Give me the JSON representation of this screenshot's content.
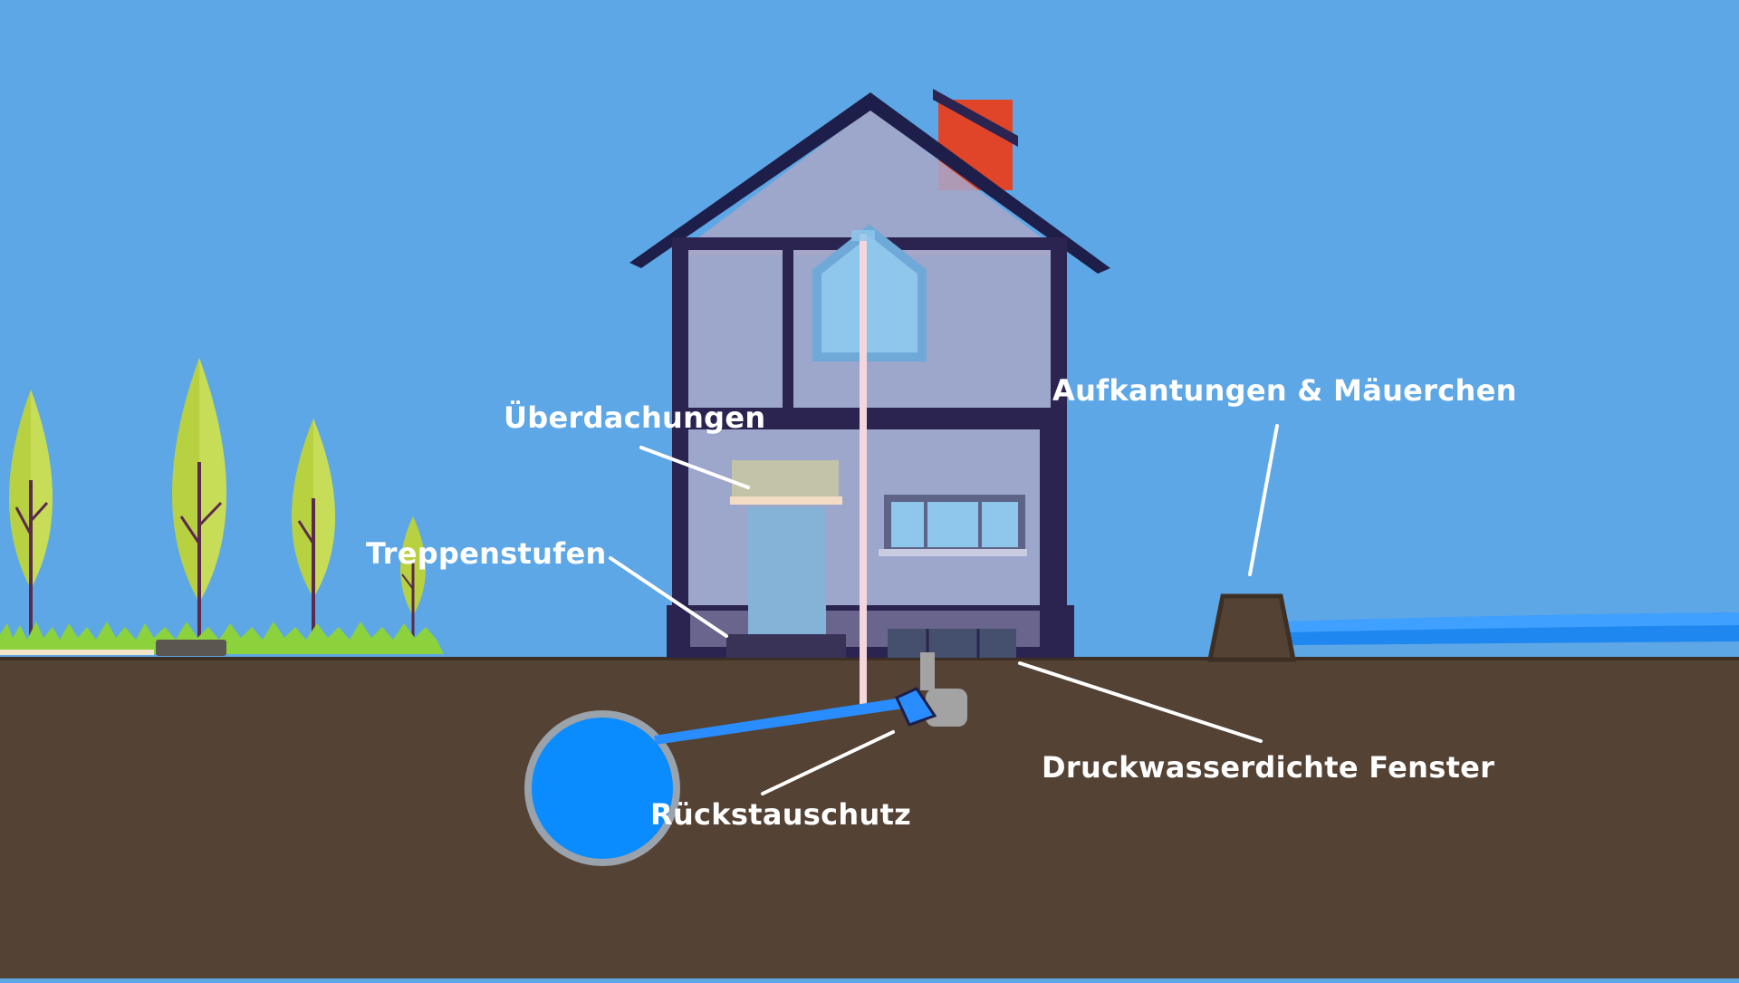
{
  "labels": {
    "ueberdachungen": "Überdachungen",
    "treppenstufen": "Treppenstufen",
    "aufkantungen": "Aufkantungen & Mäuerchen",
    "druckwasser": "Druckwasserdichte Fenster",
    "rueckstau": "Rückstauschutz"
  },
  "colors": {
    "sky": "#5ea7e6",
    "ground": "#544234",
    "house_frame": "#2c2450",
    "chimney": "#e0452a",
    "water": "#1f87f0",
    "tank": "#0a8cff",
    "tree_leaf": "#b8d140",
    "grass": "#8bd23c"
  }
}
